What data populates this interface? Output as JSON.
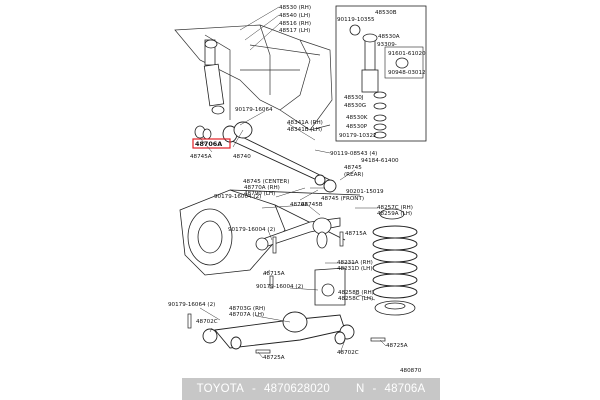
{
  "diagram": {
    "highlight_color": "#e31e24",
    "part_labels": [
      {
        "id": "l1",
        "text": "48530 (RH)"
      },
      {
        "id": "l2",
        "text": "48540 (LH)"
      },
      {
        "id": "l3",
        "text": "48516 (RH)"
      },
      {
        "id": "l4",
        "text": "48517 (LH)"
      },
      {
        "id": "l5",
        "text": "90179-16064"
      },
      {
        "id": "l6",
        "text": "48341A (RH)"
      },
      {
        "id": "l7",
        "text": "48341B (LH)"
      },
      {
        "id": "l8",
        "text": "48706A"
      },
      {
        "id": "l9",
        "text": "48745A"
      },
      {
        "id": "l10",
        "text": "48740"
      },
      {
        "id": "l11",
        "text": "90119-08543 (4)"
      },
      {
        "id": "l12",
        "text": "94184-61400"
      },
      {
        "id": "l13",
        "text": "48745"
      },
      {
        "id": "l14",
        "text": "(REAR)"
      },
      {
        "id": "l15",
        "text": "90201-15019"
      },
      {
        "id": "l16",
        "text": "48745 (CENTER)"
      },
      {
        "id": "l17",
        "text": "48770A (RH)"
      },
      {
        "id": "l18",
        "text": "48790 (LH)"
      },
      {
        "id": "l19",
        "text": "48745 (FRONT)"
      },
      {
        "id": "l20",
        "text": "48745B"
      },
      {
        "id": "l21",
        "text": "90179-16004 (2)"
      },
      {
        "id": "l22",
        "text": "48702"
      },
      {
        "id": "l23",
        "text": "48257C (RH)"
      },
      {
        "id": "l24",
        "text": "48259A (LH)"
      },
      {
        "id": "l25",
        "text": "90179-16004 (2)"
      },
      {
        "id": "l26",
        "text": "48715A"
      },
      {
        "id": "l27",
        "text": "48231A (RH)"
      },
      {
        "id": "l28",
        "text": "48231D (LH)"
      },
      {
        "id": "l29",
        "text": "48715A"
      },
      {
        "id": "l30",
        "text": "90179-16004 (2)"
      },
      {
        "id": "l31",
        "text": "48258B (RH)"
      },
      {
        "id": "l32",
        "text": "48258C (LH)"
      },
      {
        "id": "l33",
        "text": "90179-16064 (2)"
      },
      {
        "id": "l34",
        "text": "48703G (RH)"
      },
      {
        "id": "l35",
        "text": "48707A (LH)"
      },
      {
        "id": "l36",
        "text": "48702C"
      },
      {
        "id": "l37",
        "text": "48702C"
      },
      {
        "id": "l38",
        "text": "48725A"
      },
      {
        "id": "l39",
        "text": "48725A"
      },
      {
        "id": "l40",
        "text": "480870"
      }
    ],
    "inset_labels": [
      {
        "id": "i1",
        "text": "48530B"
      },
      {
        "id": "i2",
        "text": "90119-10355"
      },
      {
        "id": "i3",
        "text": "48530A"
      },
      {
        "id": "i4",
        "text": "93309-"
      },
      {
        "id": "i5",
        "text": "91601-61020"
      },
      {
        "id": "i6",
        "text": "90948-03012"
      },
      {
        "id": "i7",
        "text": "48530J"
      },
      {
        "id": "i8",
        "text": "48530G"
      },
      {
        "id": "i9",
        "text": "48530K"
      },
      {
        "id": "i10",
        "text": "48530P"
      },
      {
        "id": "i11",
        "text": "90179-10322"
      }
    ]
  },
  "footer": {
    "brand": "TOYOTA",
    "separator": "-",
    "part_number": "4870628020",
    "code_prefix": "N",
    "code": "48706A"
  }
}
